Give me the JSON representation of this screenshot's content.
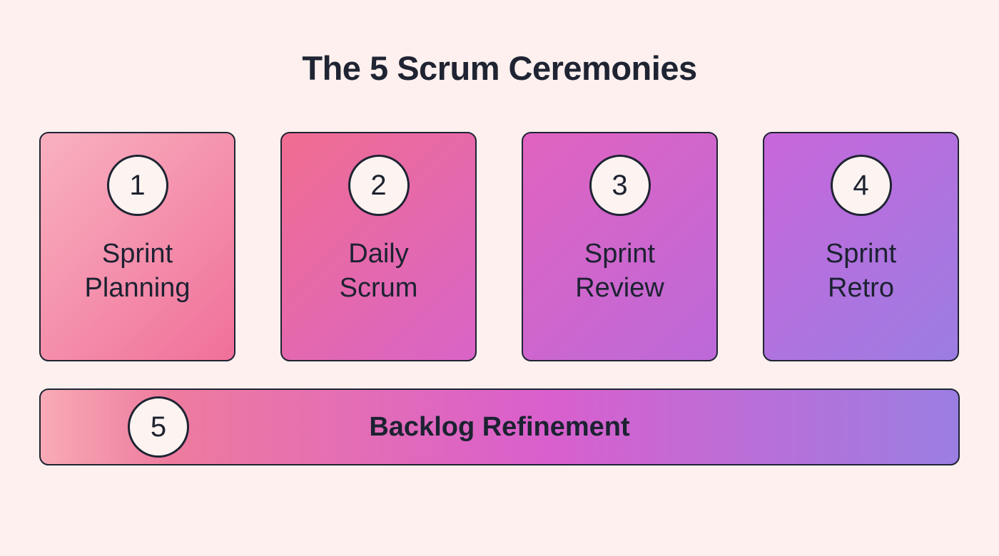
{
  "page": {
    "background": "#fdf0ee",
    "title": "The 5 Scrum Ceremonies",
    "title_color": "#1f2433",
    "outline_color": "#1f2433",
    "badge_fill": "#fdf4f1"
  },
  "ceremonies": [
    {
      "number": "1",
      "label": "Sprint\nPlanning",
      "gradient": [
        "#f9b1bf",
        "#f0709a"
      ]
    },
    {
      "number": "2",
      "label": "Daily\nScrum",
      "gradient": [
        "#f06d90",
        "#d964c7"
      ]
    },
    {
      "number": "3",
      "label": "Sprint\nReview",
      "gradient": [
        "#e163c0",
        "#bc69d9"
      ]
    },
    {
      "number": "4",
      "label": "Sprint\nRetro",
      "gradient": [
        "#c866da",
        "#9b7de2"
      ]
    }
  ],
  "banner": {
    "number": "5",
    "label": "Backlog Refinement",
    "gradient": [
      "#f8abb6 0%",
      "#ee7b9e 14%",
      "#d95fcd 55%",
      "#9b7ee2 100%"
    ]
  }
}
